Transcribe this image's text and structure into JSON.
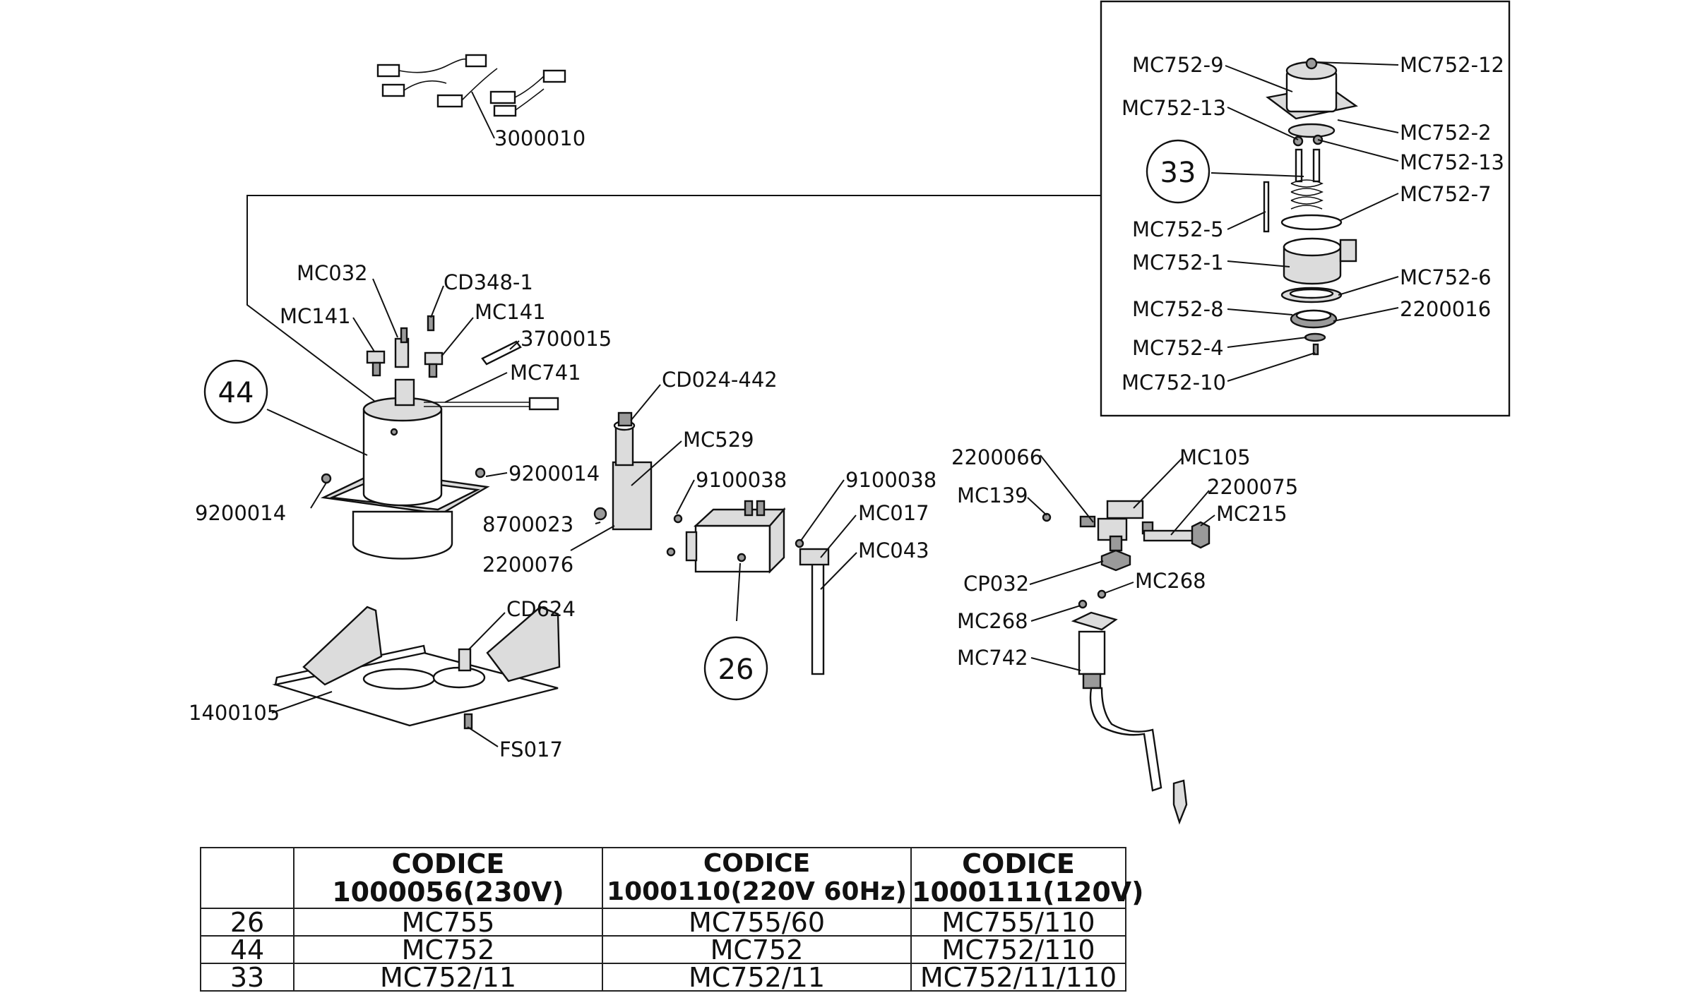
{
  "callouts": {
    "c3000010": "3000010",
    "cMC032": "MC032",
    "cCD348_1": "CD348-1",
    "cMC141a": "MC141",
    "cMC141b": "MC141",
    "c3700015": "3700015",
    "cMC741": "MC741",
    "cCD024_442": "CD024-442",
    "cMC529": "MC529",
    "c9200014a": "9200014",
    "c9200014b": "9200014",
    "c8700023": "8700023",
    "c2200076": "2200076",
    "c9100038a": "9100038",
    "c9100038b": "9100038",
    "cMC017": "MC017",
    "cMC043": "MC043",
    "cCD624": "CD624",
    "c1400105": "1400105",
    "cFS017": "FS017",
    "c2200066": "2200066",
    "cMC105": "MC105",
    "cMC139": "MC139",
    "c2200075": "2200075",
    "cMC215": "MC215",
    "cCP032": "CP032",
    "cMC268a": "MC268",
    "cMC268b": "MC268",
    "cMC742": "MC742",
    "cMC752_9": "MC752-9",
    "cMC752_12": "MC752-12",
    "cMC752_13a": "MC752-13",
    "cMC752_2": "MC752-2",
    "cMC752_13b": "MC752-13",
    "cMC752_7": "MC752-7",
    "cMC752_5": "MC752-5",
    "cMC752_1": "MC752-1",
    "cMC752_6": "MC752-6",
    "cMC752_8": "MC752-8",
    "c2200016": "2200016",
    "cMC752_4": "MC752-4",
    "cMC752_10": "MC752-10"
  },
  "balloons": {
    "b44": "44",
    "b33": "33",
    "b26": "26"
  },
  "table": {
    "headers": [
      "",
      "CODICE\n1000056(230V)",
      "CODICE\n1000110(220V 60Hz)",
      "CODICE\n1000111(120V)"
    ],
    "rows": [
      [
        "26",
        "MC755",
        "MC755/60",
        "MC755/110"
      ],
      [
        "44",
        "MC752",
        "MC752",
        "MC752/110"
      ],
      [
        "33",
        "MC752/11",
        "MC752/11",
        "MC752/11/110"
      ]
    ]
  }
}
